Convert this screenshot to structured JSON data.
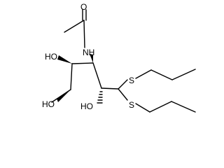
{
  "molecule": {
    "labels": {
      "carbonyl_o": "O",
      "nh": "NH",
      "oh_upper": "HO",
      "oh_lower_left": "HO",
      "oh_lower_mid": "HO",
      "s_upper": "S",
      "s_lower": "S"
    }
  }
}
